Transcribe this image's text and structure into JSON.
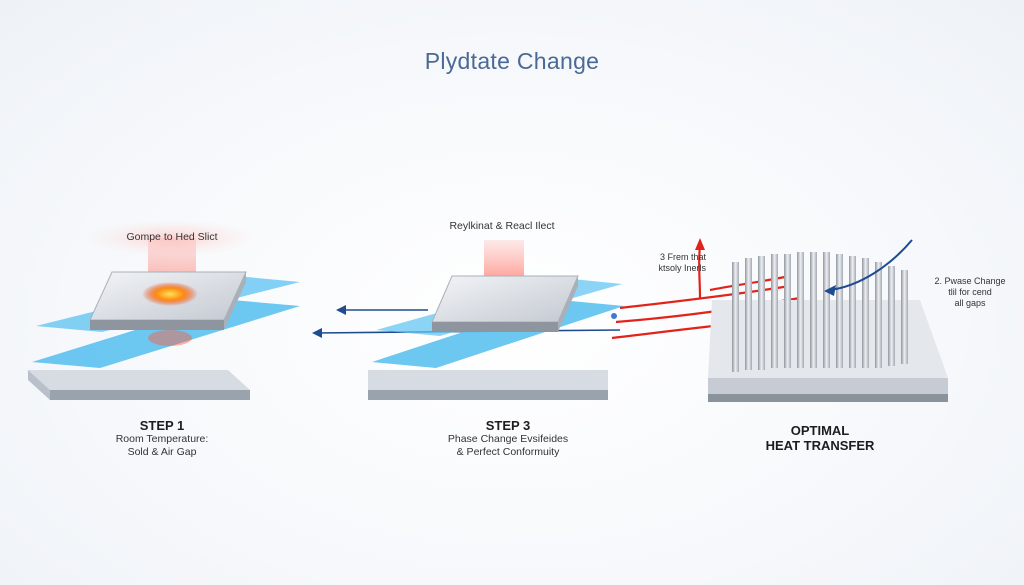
{
  "title": "Plydtate Change",
  "step1": {
    "heat_label": "Gompe to Hed Slict",
    "heading": "STEP 1",
    "line1": "Room Temperature:",
    "line2": "Sold & Air Gap"
  },
  "step3": {
    "heat_label": "Reylkinat & Reacl Ilect",
    "heading": "STEP 3",
    "line1": "Phase Change Evsifeides",
    "line2": "& Perfect Conformuity"
  },
  "optimal": {
    "line1": "OPTIMAL",
    "line2": "HEAT TRANSFER",
    "note_left_1": "3 Frem that",
    "note_left_2": "ktsoly Inerls",
    "note_right_1": "2. Pwase Change",
    "note_right_2": "tlil for cend",
    "note_right_3": "all gaps"
  },
  "colors": {
    "pad_blue": "#4fb8ee",
    "heat_red": "#e2231a",
    "flow_blue": "#1f4c8f",
    "metal": "#c9ced6"
  }
}
